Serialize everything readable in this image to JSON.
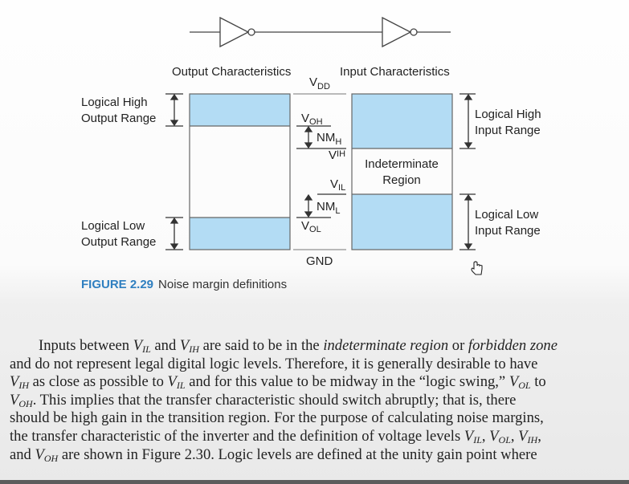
{
  "figure": {
    "left_heading": "Output Characteristics",
    "right_heading": "Input Characteristics",
    "vdd": "V",
    "vdd_sub": "DD",
    "gnd": "GND",
    "left_high": [
      "Logical High",
      "Output Range"
    ],
    "left_low": [
      "Logical Low",
      "Output Range"
    ],
    "right_high": [
      "Logical High",
      "Input Range"
    ],
    "right_low": [
      "Logical Low",
      "Input Range"
    ],
    "indeterminate": [
      "Indeterminate",
      "Region"
    ],
    "voh": "V",
    "voh_sub": "OH",
    "nmh": "NM",
    "nmh_sub": "H",
    "vih": "V",
    "vih_sub": "IH",
    "vil": "V",
    "vil_sub": "IL",
    "nml": "NM",
    "nml_sub": "L",
    "vol": "V",
    "vol_sub": "OL",
    "fill_color": "#b3dcf4",
    "caption_number": "FIGURE 2.29",
    "caption_text": "Noise margin definitions"
  },
  "paragraph": {
    "l1": [
      "Inputs between ",
      "V",
      "IL",
      " and ",
      "V",
      "IH",
      " are said to be in the ",
      "indeterminate region",
      " or ",
      "forbidden zone"
    ],
    "l2": "and do not represent legal digital logic levels. Therefore, it is generally desirable to have",
    "l3": [
      "V",
      "IH",
      " as close as possible to ",
      "V",
      "IL",
      " and for this value to be midway in the “logic swing,” ",
      "V",
      "OL",
      " to"
    ],
    "l4": [
      "V",
      "OH",
      ". This implies that the transfer characteristic should switch abruptly; that is, there"
    ],
    "l5": "should be high gain in the transition region. For the purpose of calculating noise margins,",
    "l6": [
      "the transfer characteristic of the inverter and the definition of voltage levels ",
      "V",
      "IL",
      ", ",
      "V",
      "OL",
      ", ",
      "V",
      "IH",
      ","
    ],
    "l7": [
      "and ",
      "V",
      "OH",
      " are shown in Figure 2.30. Logic levels are defined at the unity gain point where"
    ]
  }
}
